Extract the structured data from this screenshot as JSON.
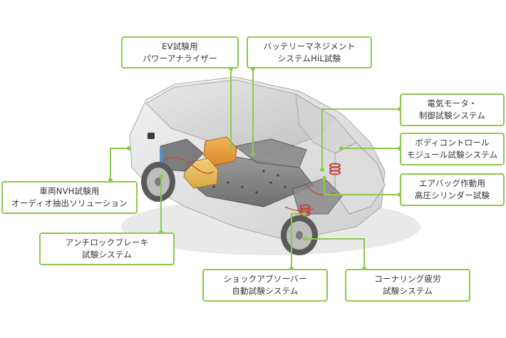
{
  "diagram": {
    "subject": "EV car cutaway with test system callouts",
    "accent_color": "#8cc84b",
    "text_color": "#333333",
    "labels": [
      {
        "id": "ev-power-analyzer",
        "line1": "EV試験用",
        "line2": "パワーアナライザー"
      },
      {
        "id": "bms-hil",
        "line1": "バッテリーマネジメント",
        "line2": "システムHiL試験"
      },
      {
        "id": "motor-control",
        "line1": "電気モータ・",
        "line2": "制御試験システム"
      },
      {
        "id": "body-control",
        "line1": "ボディコントロール",
        "line2": "モジュール試験システム"
      },
      {
        "id": "airbag",
        "line1": "エアバッグ作動用",
        "line2": "高圧シリンダー試験"
      },
      {
        "id": "nvh-audio",
        "line1": "車両NVH試験用",
        "line2": "オーディオ抽出ソリューション"
      },
      {
        "id": "abs",
        "line1": "アンチロックブレーキ",
        "line2": "試験システム"
      },
      {
        "id": "shock-absorber",
        "line1": "ショックアブソーバー",
        "line2": "自動試験システム"
      },
      {
        "id": "cornering-fatigue",
        "line1": "コーナリング疲労",
        "line2": "試験システム"
      }
    ]
  }
}
